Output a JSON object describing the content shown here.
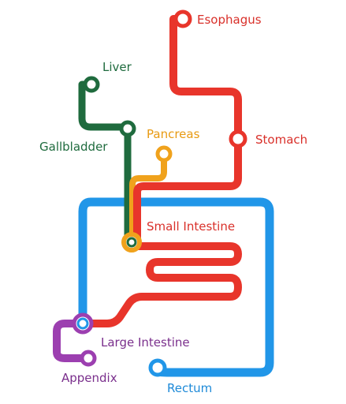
{
  "colors": {
    "esophagus_stomach": "#e8352b",
    "liver_gallbladder": "#1f6b3e",
    "pancreas": "#f0a21c",
    "intestines": "#2196e8",
    "appendix": "#9c3fb0"
  },
  "labels": {
    "esophagus": "Esophagus",
    "liver": "Liver",
    "pancreas": "Pancreas",
    "stomach": "Stomach",
    "gallbladder": "Gallbladder",
    "small_intestine": "Small Intestine",
    "large_intestine": "Large Intestine",
    "appendix": "Appendix",
    "rectum": "Rectum"
  }
}
